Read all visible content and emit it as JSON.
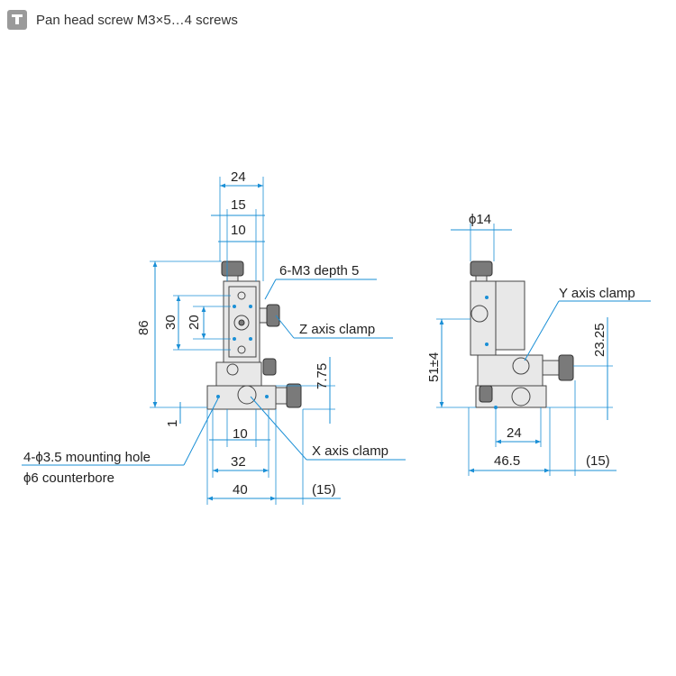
{
  "header": {
    "title": "Pan head screw M3×5…4 screws",
    "icon": "screw-icon"
  },
  "front_view": {
    "dims": {
      "w24": "24",
      "w15": "15",
      "w10": "10",
      "h86": "86",
      "h30": "30",
      "h20": "20",
      "h775": "7.75",
      "h1": "1",
      "b10": "10",
      "b32": "32",
      "b40": "40",
      "b15": "(15)"
    },
    "notes": {
      "tapped_holes": "6-M3 depth 5",
      "z_clamp": "Z axis clamp",
      "x_clamp": "X axis clamp",
      "mount_hole": "4-ϕ3.5 mounting hole",
      "counterbore": "ϕ6 counterbore"
    }
  },
  "side_view": {
    "dims": {
      "d14": "ϕ14",
      "h51": "51±4",
      "h2325": "23.25",
      "w24": "24",
      "w465": "46.5",
      "w15": "(15)"
    },
    "notes": {
      "y_clamp": "Y axis clamp"
    }
  }
}
